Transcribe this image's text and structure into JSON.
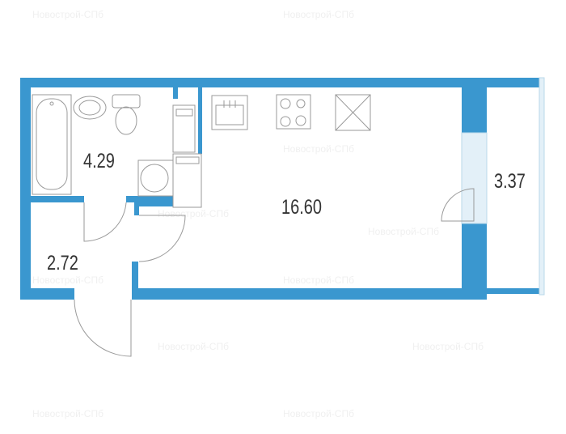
{
  "watermark": "Новострой-СПб",
  "colors": {
    "wall": "#3a97cf",
    "window": "#e3f0f8"
  },
  "rooms": [
    {
      "name": "bathroom",
      "area": "4.29"
    },
    {
      "name": "hallway",
      "area": "2.72"
    },
    {
      "name": "living-room",
      "area": "16.60"
    },
    {
      "name": "balcony",
      "area": "3.37"
    }
  ]
}
